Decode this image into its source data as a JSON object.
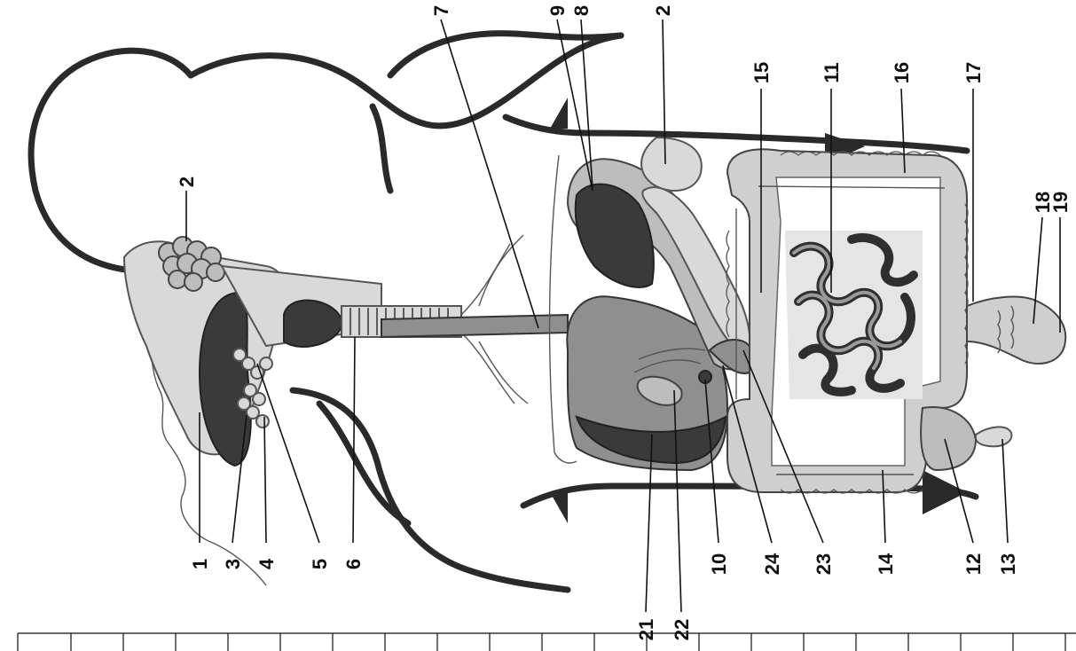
{
  "diagram": {
    "labels": [
      {
        "id": "1",
        "text": "1"
      },
      {
        "id": "2a",
        "text": "2"
      },
      {
        "id": "3",
        "text": "3"
      },
      {
        "id": "4",
        "text": "4"
      },
      {
        "id": "5",
        "text": "5"
      },
      {
        "id": "6",
        "text": "6"
      },
      {
        "id": "7",
        "text": "7"
      },
      {
        "id": "9",
        "text": "9"
      },
      {
        "id": "8",
        "text": "8"
      },
      {
        "id": "2b",
        "text": "2"
      },
      {
        "id": "15",
        "text": "15"
      },
      {
        "id": "11",
        "text": "11"
      },
      {
        "id": "16",
        "text": "16"
      },
      {
        "id": "17",
        "text": "17"
      },
      {
        "id": "18",
        "text": "18"
      },
      {
        "id": "19",
        "text": "19"
      },
      {
        "id": "21",
        "text": "21"
      },
      {
        "id": "22",
        "text": "22"
      },
      {
        "id": "10",
        "text": "10"
      },
      {
        "id": "24",
        "text": "24"
      },
      {
        "id": "23",
        "text": "23"
      },
      {
        "id": "14",
        "text": "14"
      },
      {
        "id": "12",
        "text": "12"
      },
      {
        "id": "13",
        "text": "13"
      }
    ],
    "answer_table": {
      "columns": 20,
      "cells": [
        "",
        "",
        "",
        "",
        "",
        "",
        "",
        "",
        "",
        "",
        "",
        "",
        "",
        "",
        "",
        "",
        "",
        "",
        "",
        ""
      ]
    }
  }
}
